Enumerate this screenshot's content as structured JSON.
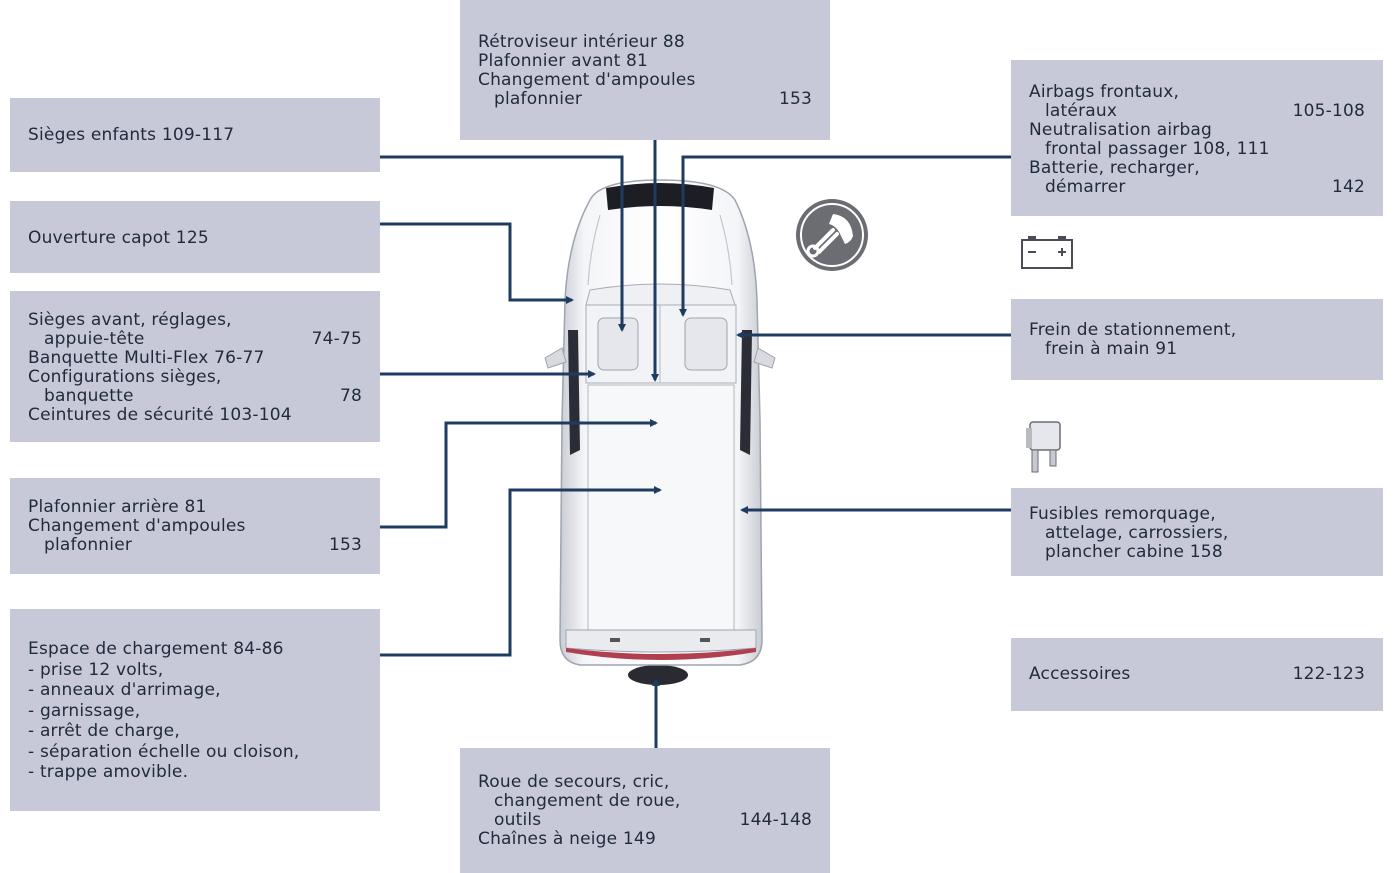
{
  "boxes": {
    "retroviseur": {
      "line1": "Rétroviseur intérieur  88",
      "line2": "Plafonnier avant  81",
      "line3": "Changement d'ampoules",
      "line4_label": "plafonnier",
      "line4_page": "153"
    },
    "sieges_enfants": {
      "line1": "Sièges enfants  109-117"
    },
    "ouverture_capot": {
      "line1": "Ouverture capot  125"
    },
    "sieges_avant": {
      "line1": "Sièges avant, réglages,",
      "line2_label": "appuie-tête",
      "line2_page": "74-75",
      "line3": "Banquette Multi-Flex  76-77",
      "line4": "Configurations sièges,",
      "line5_label": "banquette",
      "line5_page": "78",
      "line6": "Ceintures de sécurité  103-104"
    },
    "plafonnier_arriere": {
      "line1": "Plafonnier arrière  81",
      "line2": "Changement d'ampoules",
      "line3_label": "plafonnier",
      "line3_page": "153"
    },
    "espace_chargement": {
      "line1": "Espace de chargement  84-86",
      "items": [
        "-  prise 12 volts,",
        "-  anneaux d'arrimage,",
        "-  garnissage,",
        "-  arrêt de charge,",
        "-  séparation échelle ou cloison,",
        "-  trappe amovible."
      ]
    },
    "roue_secours": {
      "line1": "Roue de secours, cric,",
      "line2": "changement de roue,",
      "line3_label": "outils",
      "line3_page": "144-148",
      "line4": "Chaînes à neige  149"
    },
    "airbags": {
      "line1": "Airbags frontaux,",
      "line2_label": "latéraux",
      "line2_page": "105-108",
      "line3": "Neutralisation airbag",
      "line4": "frontal passager  108, 111",
      "line5": "Batterie, recharger,",
      "line6_label": "démarrer",
      "line6_page": "142"
    },
    "frein": {
      "line1": "Frein de stationnement,",
      "line2": "frein à main  91"
    },
    "fusibles": {
      "line1": "Fusibles remorquage,",
      "line2": "attelage, carrossiers,",
      "line3": "plancher cabine  158"
    },
    "accessoires": {
      "label": "Accessoires",
      "page": "122-123"
    }
  },
  "icons": [
    "service-wrench-icon",
    "battery-icon",
    "fuse-icon"
  ],
  "colors": {
    "box_bg": "#c8c9d8",
    "connector": "#1f3c60",
    "text": "#1f2a3a"
  }
}
